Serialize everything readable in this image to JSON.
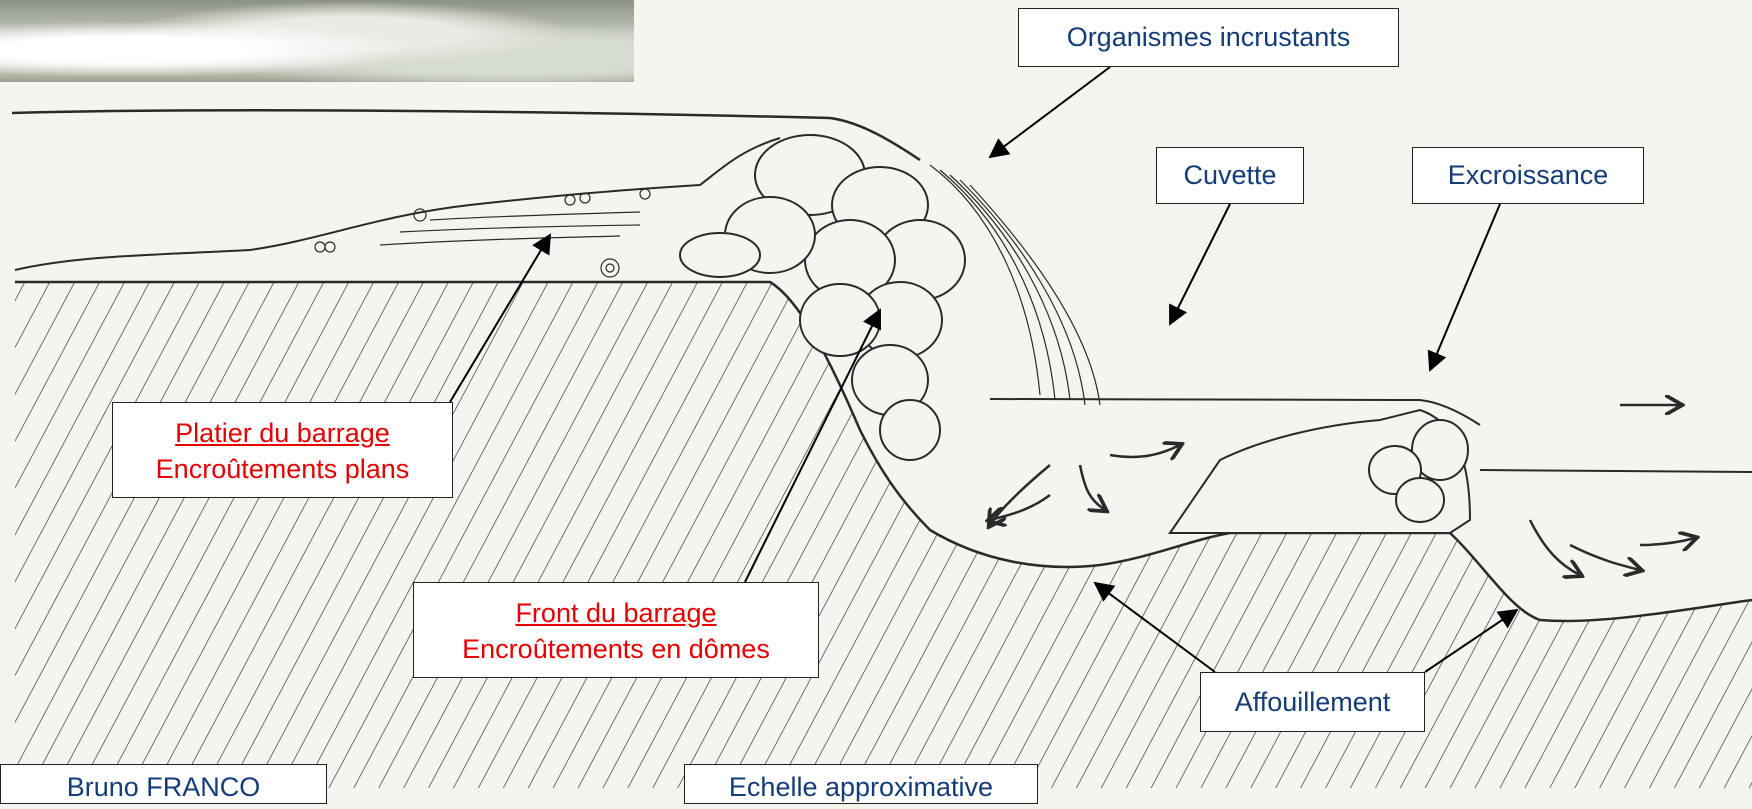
{
  "labels": {
    "organismes": "Organismes incrustants",
    "cuvette": "Cuvette",
    "excroissance": "Excroissance",
    "platier_title": "Platier du barrage",
    "platier_sub": "Encroûtements plans",
    "front_title": "Front du barrage",
    "front_sub": "Encroûtements en dômes",
    "affouillement": "Affouillement",
    "author": "Bruno FRANCO",
    "scale": "Echelle approximative"
  },
  "colors": {
    "blue_text": "#143c78",
    "red_text": "#e60000",
    "ink": "#2a2a2a",
    "paper": "#f6f4ee"
  }
}
